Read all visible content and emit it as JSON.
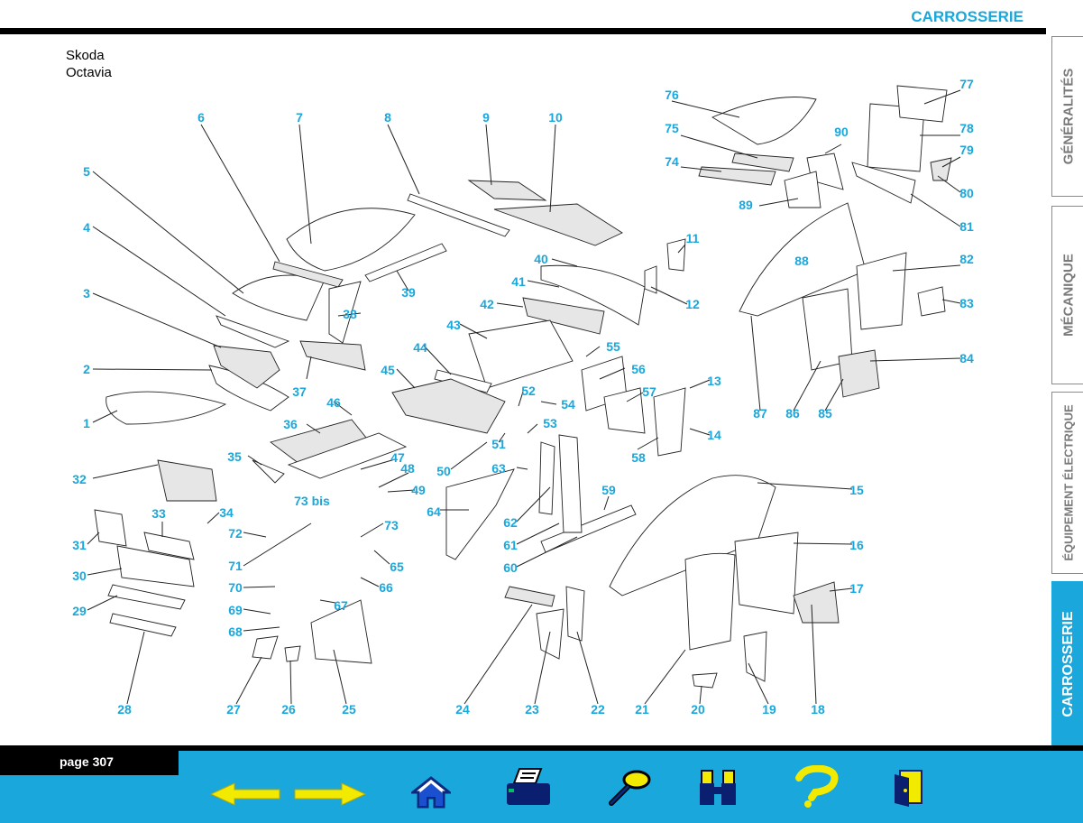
{
  "header": {
    "section_title": "CARROSSERIE"
  },
  "vehicle": {
    "make": "Skoda",
    "model": "Octavia"
  },
  "side_tabs": [
    {
      "label": "GÉNÉRALITÉS",
      "active": false
    },
    {
      "label": "MÉCANIQUE",
      "active": false
    },
    {
      "label": "ÉQUIPEMENT ÉLECTRIQUE",
      "active": false
    },
    {
      "label": "CARROSSERIE",
      "active": true
    }
  ],
  "footer": {
    "page_label": "page 307"
  },
  "nav_icons": [
    "arrow-left-icon",
    "arrow-right-icon",
    "home-icon",
    "printer-icon",
    "magnifier-icon",
    "binoculars-icon",
    "question-icon",
    "exit-door-icon"
  ],
  "colors": {
    "accent": "#1aa7dc",
    "bar": "#000000",
    "arrow": "#f2ea00"
  },
  "diagram": {
    "callouts": [
      "1",
      "2",
      "3",
      "4",
      "5",
      "6",
      "7",
      "8",
      "9",
      "10",
      "11",
      "12",
      "13",
      "14",
      "15",
      "16",
      "17",
      "18",
      "19",
      "20",
      "21",
      "22",
      "23",
      "24",
      "25",
      "26",
      "27",
      "28",
      "29",
      "30",
      "31",
      "32",
      "33",
      "34",
      "35",
      "36",
      "37",
      "38",
      "39",
      "40",
      "41",
      "42",
      "43",
      "44",
      "45",
      "46",
      "47",
      "48",
      "49",
      "50",
      "51",
      "52",
      "53",
      "54",
      "55",
      "56",
      "57",
      "58",
      "59",
      "60",
      "61",
      "62",
      "63",
      "64",
      "65",
      "66",
      "67",
      "68",
      "69",
      "70",
      "71",
      "72",
      "73",
      "73 bis",
      "74",
      "75",
      "76",
      "77",
      "78",
      "79",
      "80",
      "81",
      "82",
      "83",
      "84",
      "85",
      "86",
      "87",
      "88",
      "89",
      "90"
    ]
  }
}
